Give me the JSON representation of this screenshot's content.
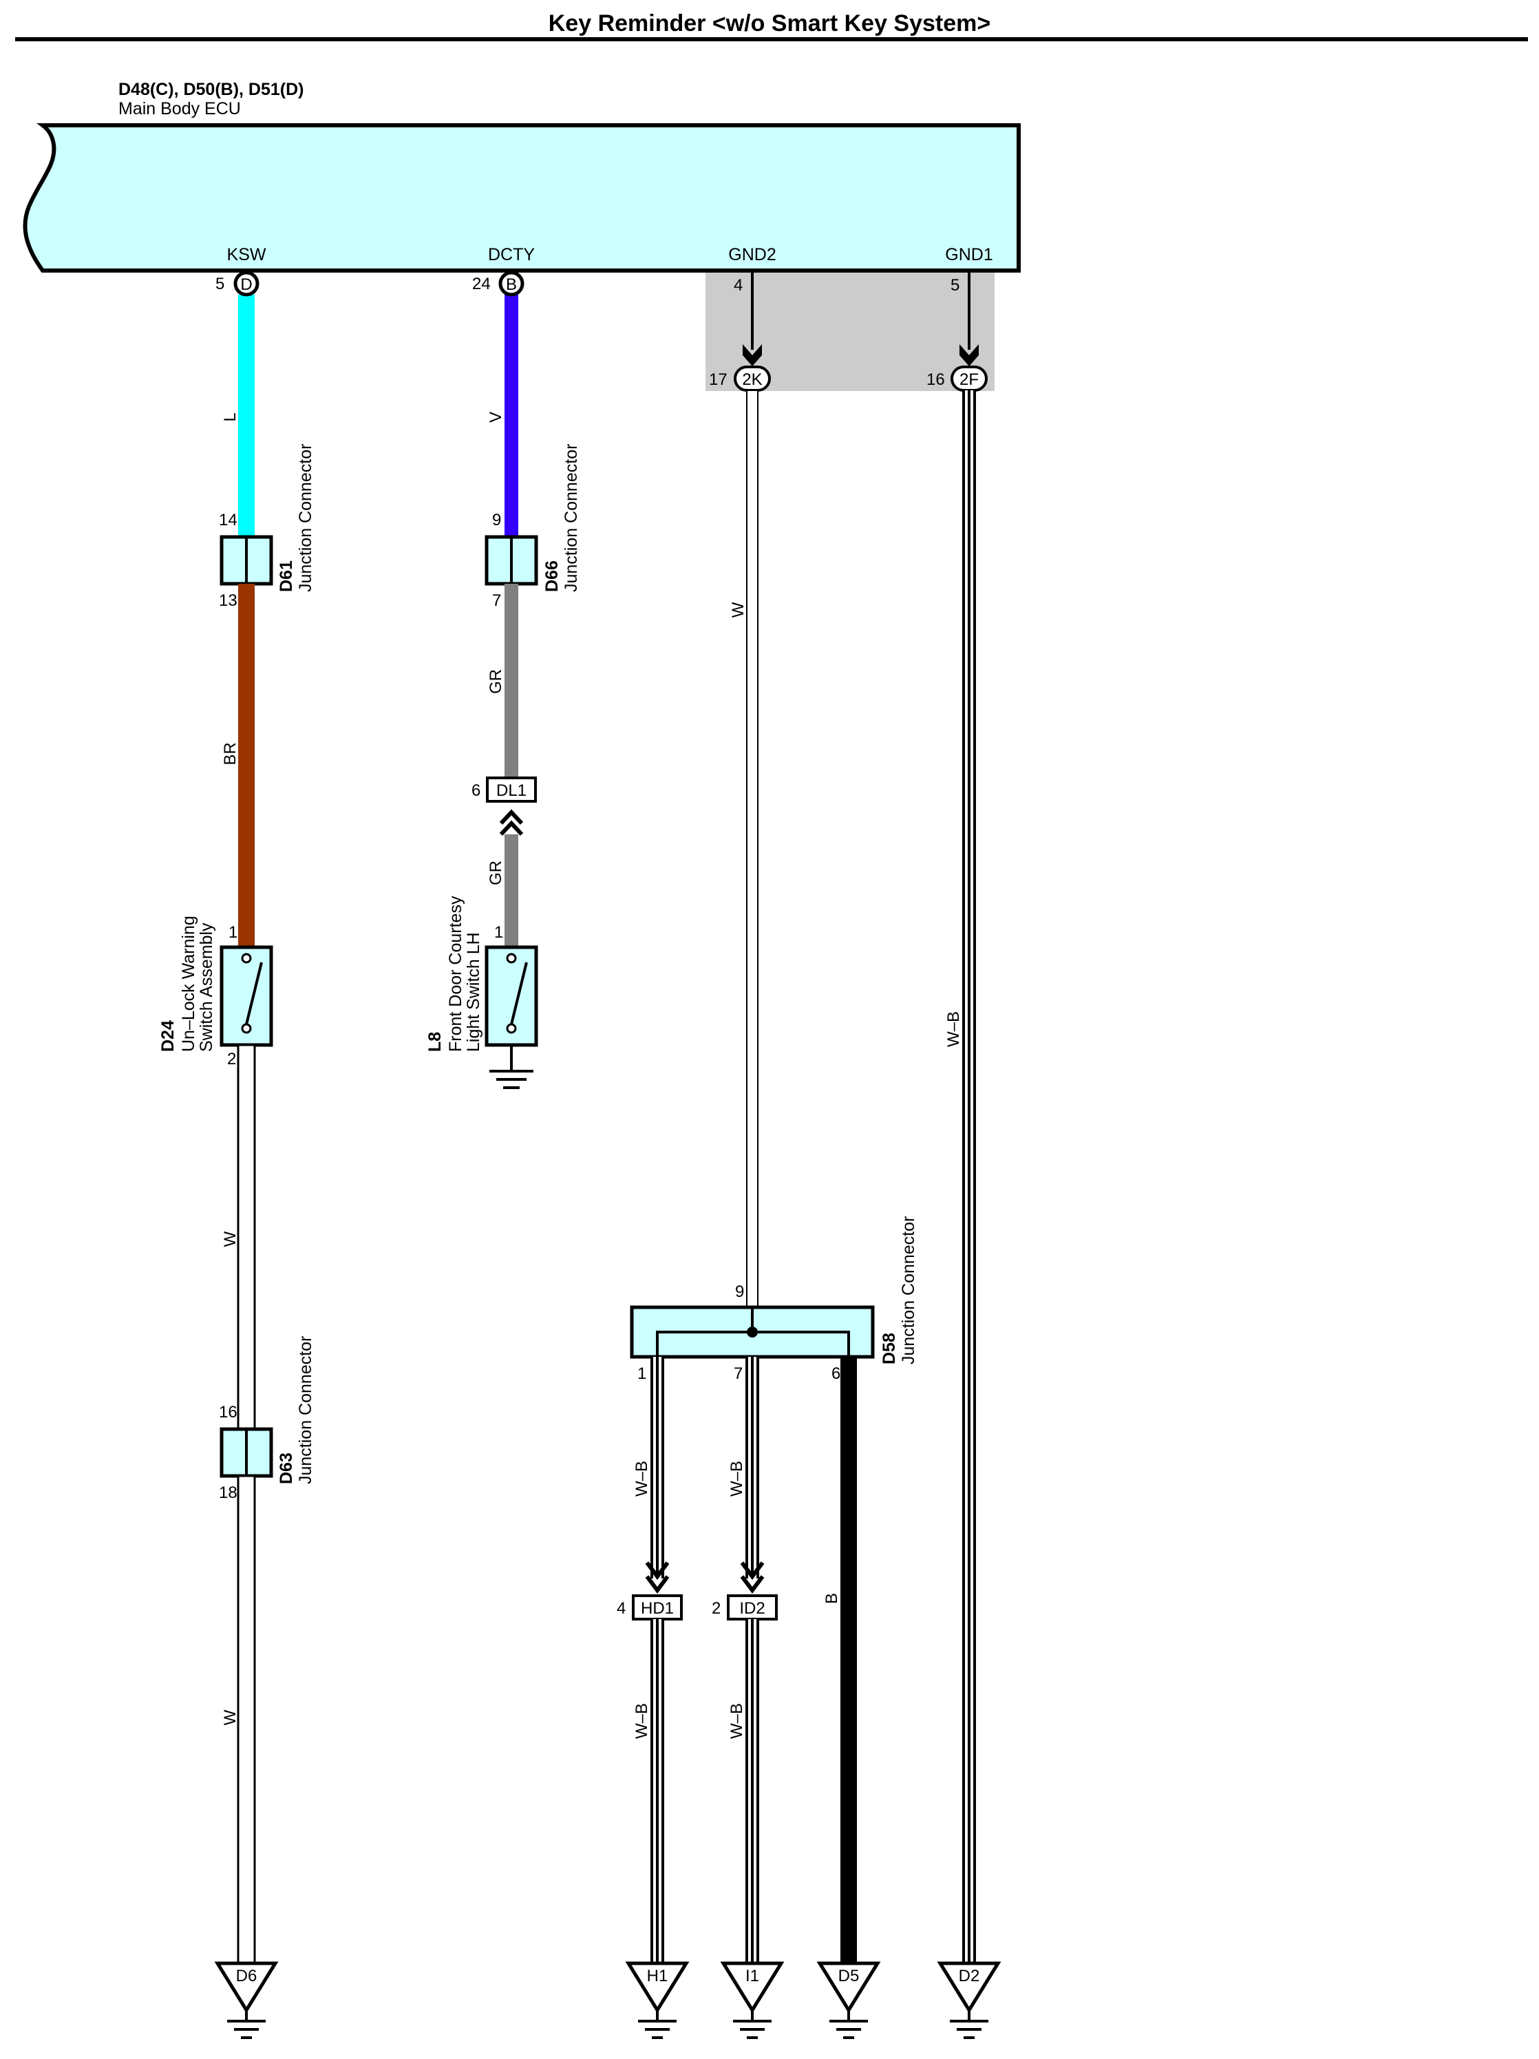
{
  "title": "Key Reminder <w/o Smart Key System>",
  "colors": {
    "component_fill": "#ccffff",
    "shield_fill": "#cccccc",
    "wire_L": "#00ffff",
    "wire_V": "#3300ff",
    "wire_BR": "#993300",
    "wire_GR": "#808080",
    "wire_B": "#000000"
  },
  "ecu": {
    "connectors": "D48(C), D50(B), D51(D)",
    "name": "Main Body ECU",
    "terminals": [
      {
        "name": "KSW",
        "pin": "5",
        "connector": "D"
      },
      {
        "name": "DCTY",
        "pin": "24",
        "connector": "B"
      },
      {
        "name": "GND2",
        "pin": "4"
      },
      {
        "name": "GND1",
        "pin": "5"
      }
    ]
  },
  "inline_connectors": [
    {
      "pin": "17",
      "name": "2K"
    },
    {
      "pin": "16",
      "name": "2F"
    },
    {
      "pin": "6",
      "name": "DL1"
    },
    {
      "pin": "4",
      "name": "HD1"
    },
    {
      "pin": "2",
      "name": "ID2"
    }
  ],
  "components": {
    "d61": {
      "code": "D61",
      "name": "Junction Connector",
      "pin_in": "14",
      "pin_out": "13"
    },
    "d66": {
      "code": "D66",
      "name": "Junction Connector",
      "pin_in": "9",
      "pin_out": "7"
    },
    "d63": {
      "code": "D63",
      "name": "Junction Connector",
      "pin_in": "16",
      "pin_out": "18"
    },
    "d58": {
      "code": "D58",
      "name": "Junction Connector",
      "pin_in": "9",
      "pins_out": [
        "1",
        "7",
        "6"
      ]
    },
    "d24": {
      "code": "D24",
      "name_line1": "Un–Lock Warning",
      "name_line2": "Switch Assembly",
      "pin_in": "1",
      "pin_out": "2"
    },
    "l8": {
      "code": "L8",
      "name_line1": "Front Door Courtesy",
      "name_line2": "Light Switch LH",
      "pin": "1"
    }
  },
  "wire_colors": {
    "ksw_top": "L",
    "ksw_mid": "BR",
    "ksw_low1": "W",
    "ksw_low2": "W",
    "dcty_top": "V",
    "dcty_mid1": "GR",
    "dcty_mid2": "GR",
    "gnd2": "W",
    "gnd1": "W–B",
    "d58_1_top": "W–B",
    "d58_7_top": "W–B",
    "d58_6": "B",
    "d58_1_bot": "W–B",
    "d58_7_bot": "W–B"
  },
  "grounds": [
    "D6",
    "H1",
    "I1",
    "D5",
    "D2"
  ]
}
